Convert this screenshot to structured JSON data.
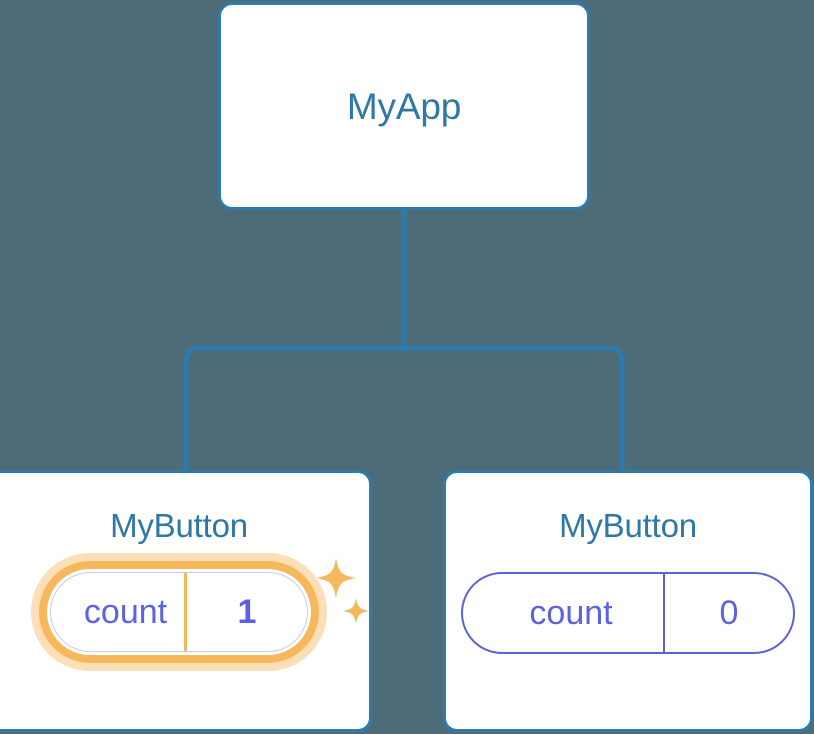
{
  "diagram": {
    "type": "component-tree",
    "background_color": "#4e6c78",
    "node_border_color": "#2f7aac",
    "node_title_color": "#2f77a6",
    "connector_color": "#2f7aac",
    "state_color": "#5c63de",
    "highlight_color": "#f7b85c",
    "highlight_glow_color": "#fbdfb9",
    "sparkle_color": "#f6b75d"
  },
  "root": {
    "title": "MyApp"
  },
  "children": [
    {
      "title": "MyButton",
      "state": {
        "key": "count",
        "value": "1"
      },
      "highlighted": true,
      "sparkle_icons": [
        "sparkle-large-icon",
        "sparkle-small-icon"
      ]
    },
    {
      "title": "MyButton",
      "state": {
        "key": "count",
        "value": "0"
      },
      "highlighted": false
    }
  ]
}
